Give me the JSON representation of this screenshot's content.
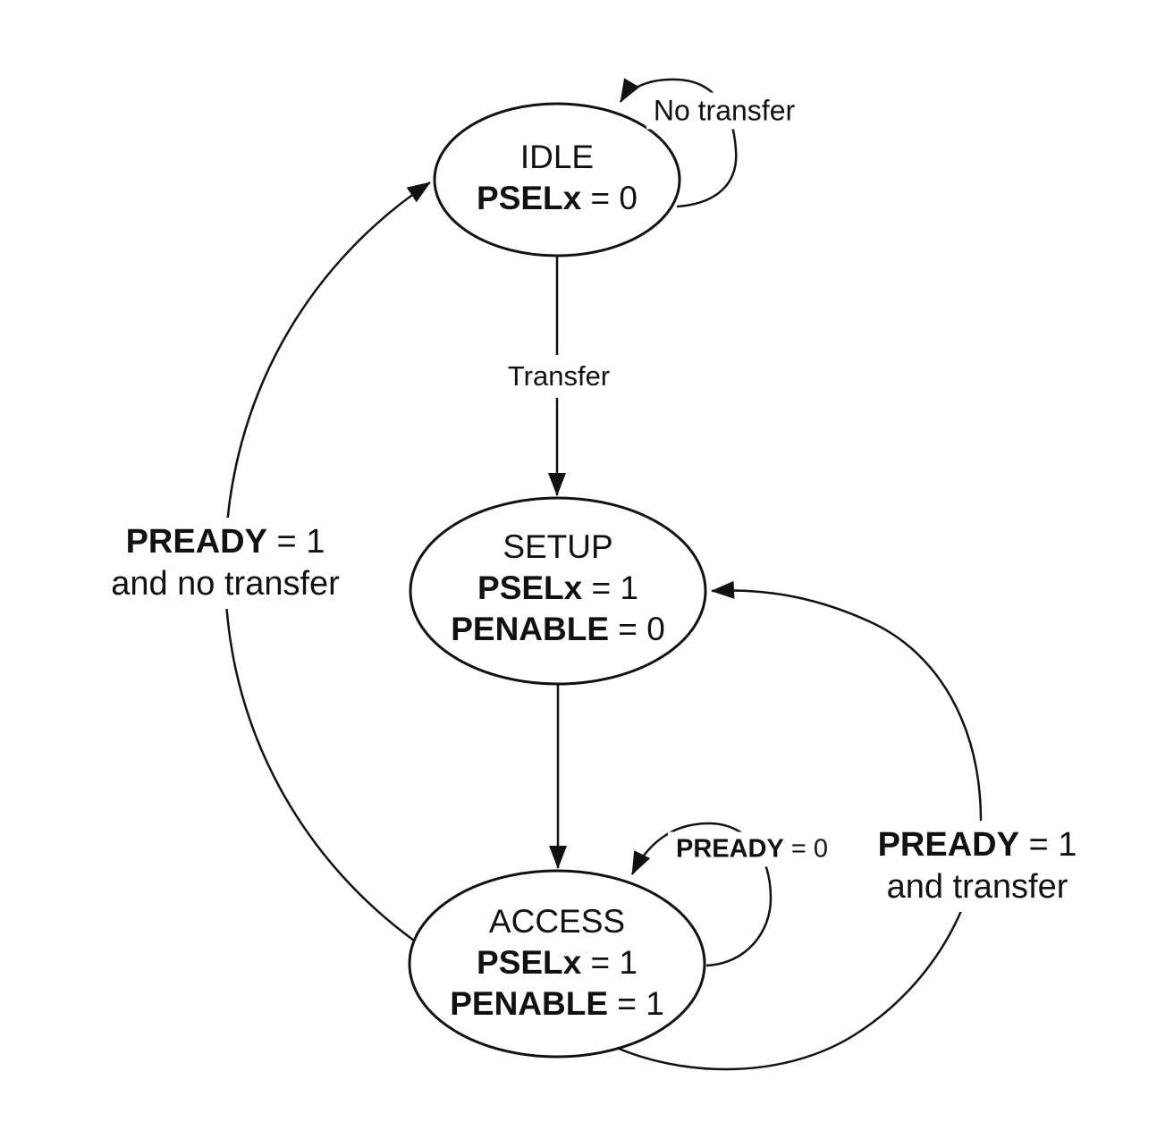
{
  "colors": {
    "background": "#ffffff",
    "stroke": "#111111",
    "text": "#111111"
  },
  "states": [
    {
      "id": "idle",
      "name": "IDLE",
      "signals": [
        {
          "name": "PSELx",
          "value": " = 0"
        }
      ]
    },
    {
      "id": "setup",
      "name": "SETUP",
      "signals": [
        {
          "name": "PSELx",
          "value": " = 1"
        },
        {
          "name": "PENABLE",
          "value": " = 0"
        }
      ]
    },
    {
      "id": "access",
      "name": "ACCESS",
      "signals": [
        {
          "name": "PSELx",
          "value": " = 1"
        },
        {
          "name": "PENABLE",
          "value": " = 1"
        }
      ]
    }
  ],
  "transitions": [
    {
      "id": "idle-self",
      "from": "IDLE",
      "to": "IDLE",
      "label": "No transfer"
    },
    {
      "id": "idle-to-setup",
      "from": "IDLE",
      "to": "SETUP",
      "label": "Transfer"
    },
    {
      "id": "setup-to-access",
      "from": "SETUP",
      "to": "ACCESS",
      "label": ""
    },
    {
      "id": "access-self",
      "from": "ACCESS",
      "to": "ACCESS",
      "signal": "PREADY",
      "rest": " = 0"
    },
    {
      "id": "access-to-idle",
      "from": "ACCESS",
      "to": "IDLE",
      "signal": "PREADY",
      "rest": " = 1",
      "condition": "and no transfer"
    },
    {
      "id": "access-to-setup",
      "from": "ACCESS",
      "to": "SETUP",
      "signal": "PREADY",
      "rest": " = 1",
      "condition": "and transfer"
    }
  ]
}
